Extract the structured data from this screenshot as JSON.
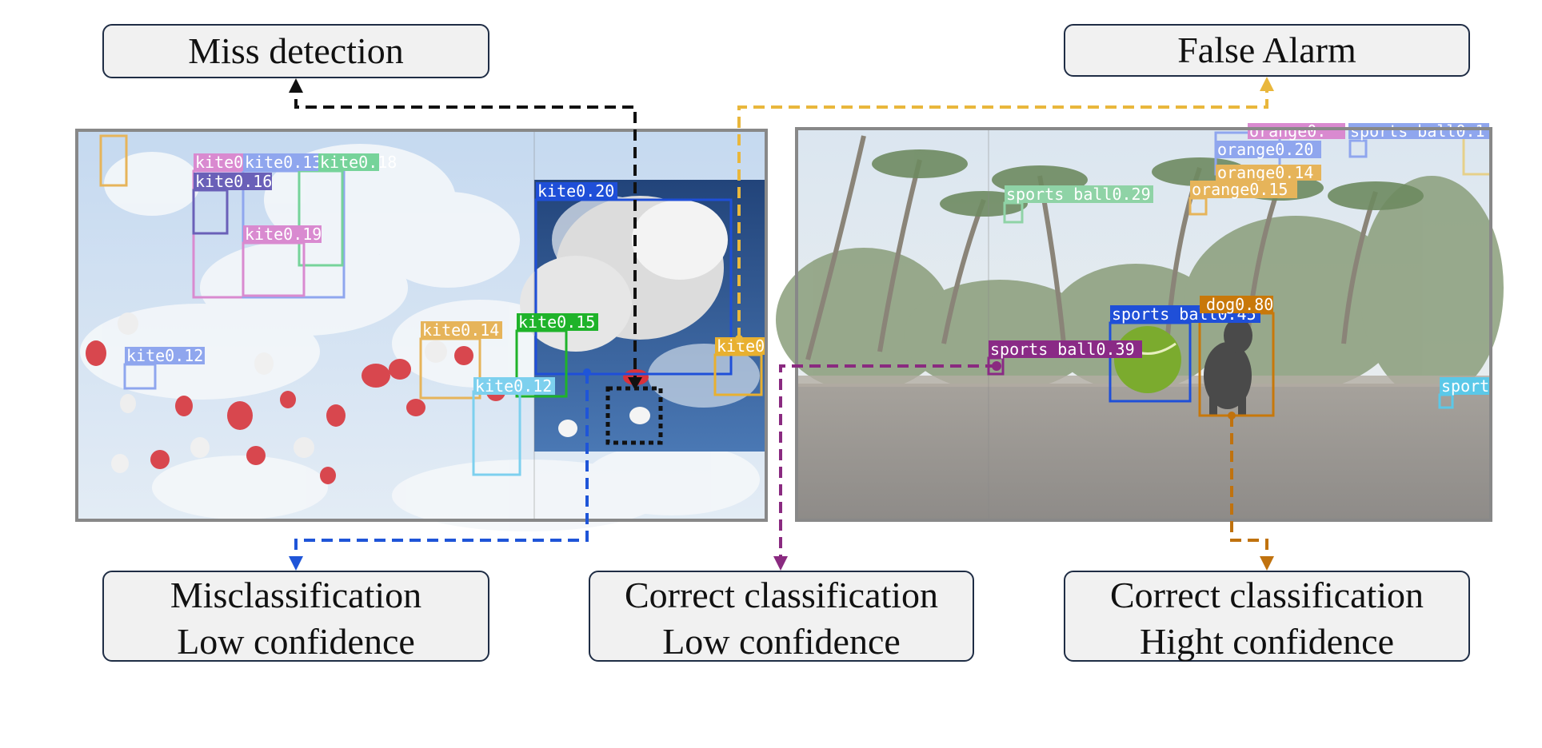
{
  "callouts": {
    "miss_detection": {
      "line1": "Miss detection"
    },
    "false_alarm": {
      "line1": "False Alarm"
    },
    "misclassification": {
      "line1": "Misclassification",
      "line2": "Low confidence"
    },
    "correct_low": {
      "line1": "Correct classification",
      "line2": "Low confidence"
    },
    "correct_high": {
      "line1": "Correct classification",
      "line2": "Hight confidence"
    }
  },
  "left_image": {
    "detections": [
      {
        "label": "kite0.20",
        "color": "#1f4fd8"
      },
      {
        "label": "kite0.13",
        "color": "#8fa6ee"
      },
      {
        "label": "kite0.18",
        "color": "#76d39a"
      },
      {
        "label": "kite0",
        "color": "#d98ad0"
      },
      {
        "label": "kite0.16",
        "color": "#6a60b8"
      },
      {
        "label": "kite0.19",
        "color": "#d98ad0"
      },
      {
        "label": "kite0.12",
        "color": "#8fa6ee"
      },
      {
        "label": "kite0.14",
        "color": "#e6b45a"
      },
      {
        "label": "kite0.15",
        "color": "#1fb32a"
      },
      {
        "label": "kite0.12",
        "color": "#7dd0ee"
      },
      {
        "label": "kite0",
        "color": "#e8b030"
      }
    ]
  },
  "right_image": {
    "detections": [
      {
        "label": "sports ball0.29",
        "color": "#8fd3a6"
      },
      {
        "label": "orange0.20",
        "color": "#8fa6ee"
      },
      {
        "label": "orange0.14",
        "color": "#e6b45a"
      },
      {
        "label": "orange0.15",
        "color": "#e6b45a"
      },
      {
        "label": "orange0.",
        "color": "#d98ad0"
      },
      {
        "label": "sports ball0.1",
        "color": "#8fa6ee"
      },
      {
        "label": "sports ball0.45",
        "color": "#1f4fd8"
      },
      {
        "label": "dog0.80",
        "color": "#c8780a"
      },
      {
        "label": "sports ball0.39",
        "color": "#8a2a86"
      },
      {
        "label": "sport",
        "color": "#5bc8e8"
      }
    ]
  },
  "colors": {
    "miss": "#111111",
    "false_alarm": "#e9b73c",
    "misclass": "#1f55d8",
    "correct_low": "#8a2a80",
    "correct_high": "#c0720e"
  }
}
